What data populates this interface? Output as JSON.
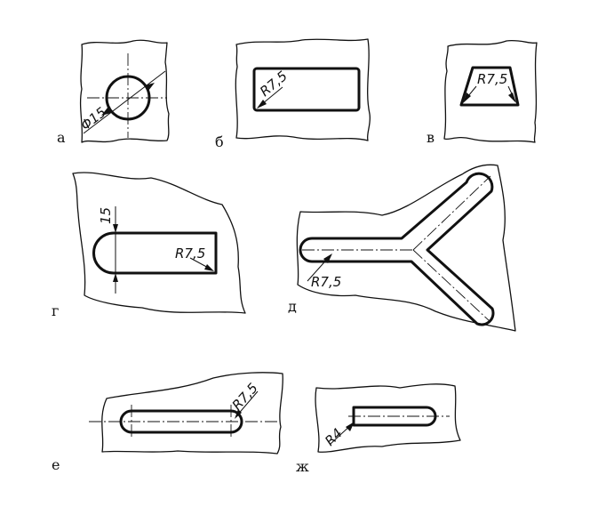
{
  "figures": [
    {
      "letter": "а",
      "dimension": "Φ15"
    },
    {
      "letter": "б",
      "dimension": "R7,5"
    },
    {
      "letter": "в",
      "dimension": "R7,5"
    },
    {
      "letter": "г",
      "dimension": "R7,5",
      "dimension_2": "15"
    },
    {
      "letter": "д",
      "dimension": "R7,5"
    },
    {
      "letter": "е",
      "dimension": "R7,5"
    },
    {
      "letter": "ж",
      "dimension": "R4"
    }
  ]
}
